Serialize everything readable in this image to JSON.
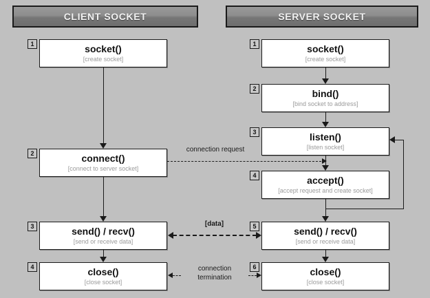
{
  "columns": {
    "client": {
      "title": "CLIENT SOCKET"
    },
    "server": {
      "title": "SERVER SOCKET"
    }
  },
  "client_nodes": [
    {
      "step": "1",
      "fn": "socket()",
      "desc": "[create socket]"
    },
    {
      "step": "2",
      "fn": "connect()",
      "desc": "[connect to server socket]"
    },
    {
      "step": "3",
      "fn": "send() / recv()",
      "desc": "[send or receive data]"
    },
    {
      "step": "4",
      "fn": "close()",
      "desc": "[close socket]"
    }
  ],
  "server_nodes": [
    {
      "step": "1",
      "fn": "socket()",
      "desc": "[create socket]"
    },
    {
      "step": "2",
      "fn": "bind()",
      "desc": "[bind socket to address]"
    },
    {
      "step": "3",
      "fn": "listen()",
      "desc": "[listen socket]"
    },
    {
      "step": "4",
      "fn": "accept()",
      "desc": "[accept request and create socket]"
    },
    {
      "step": "5",
      "fn": "send() / recv()",
      "desc": "[send or receive data]"
    },
    {
      "step": "6",
      "fn": "close()",
      "desc": "[close socket]"
    }
  ],
  "edges": {
    "connection_request": "connection request",
    "data": "[data]",
    "termination_line1": "connection",
    "termination_line2": "termination"
  },
  "colors": {
    "background": "#c0c0c0",
    "node_fill": "#ffffff",
    "stroke": "#1a1a1a",
    "desc_text": "#9a9a9a",
    "header_text": "#f2f2f2"
  }
}
